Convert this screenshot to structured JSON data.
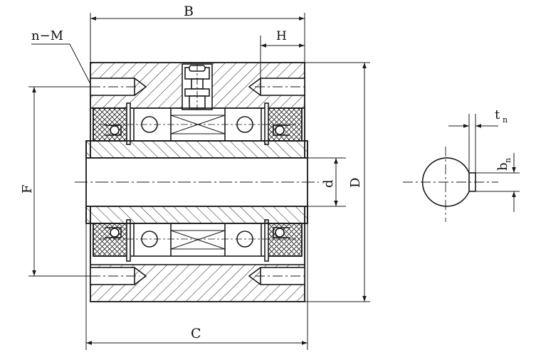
{
  "labels": {
    "B": "B",
    "H": "H",
    "nM": "n−M",
    "F": "F",
    "d": "d",
    "D": "D",
    "C": "C",
    "t_main": "t",
    "t_sub": "n",
    "b_main": "b",
    "b_sub": "n"
  },
  "colors": {
    "line": "#1a1a1a",
    "hatch": "#2a2a2a",
    "background": "#ffffff"
  }
}
